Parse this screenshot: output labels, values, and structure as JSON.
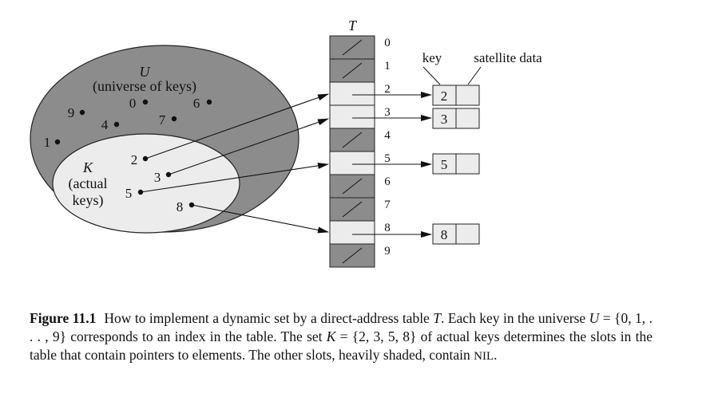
{
  "diagram": {
    "table_label": "T",
    "universe_label": "U",
    "universe_desc": "(universe of keys)",
    "actual_label": "K",
    "actual_desc_1": "(actual",
    "actual_desc_2": "keys)",
    "header_key": "key",
    "header_satellite": "satellite data",
    "outer_keys": [
      "0",
      "1",
      "4",
      "6",
      "7",
      "9"
    ],
    "inner_keys": [
      "2",
      "3",
      "5",
      "8"
    ],
    "slot_indices": [
      "0",
      "1",
      "2",
      "3",
      "4",
      "5",
      "6",
      "7",
      "8",
      "9"
    ],
    "element_keys": [
      "2",
      "3",
      "5",
      "8"
    ]
  },
  "caption": {
    "label": "Figure 11.1",
    "part1": "How to implement a dynamic set by a direct-address table ",
    "sym_T": "T",
    "part2": ". Each key in the universe ",
    "sym_U": "U",
    "part3": " = {0, 1, . . . , 9} corresponds to an index in the table. The set ",
    "sym_K": "K",
    "part4": " = {2, 3, 5, 8} of actual keys determines the slots in the table that contain pointers to elements. The other slots, heavily shaded, contain ",
    "nil": "NIL",
    "part5": "."
  }
}
